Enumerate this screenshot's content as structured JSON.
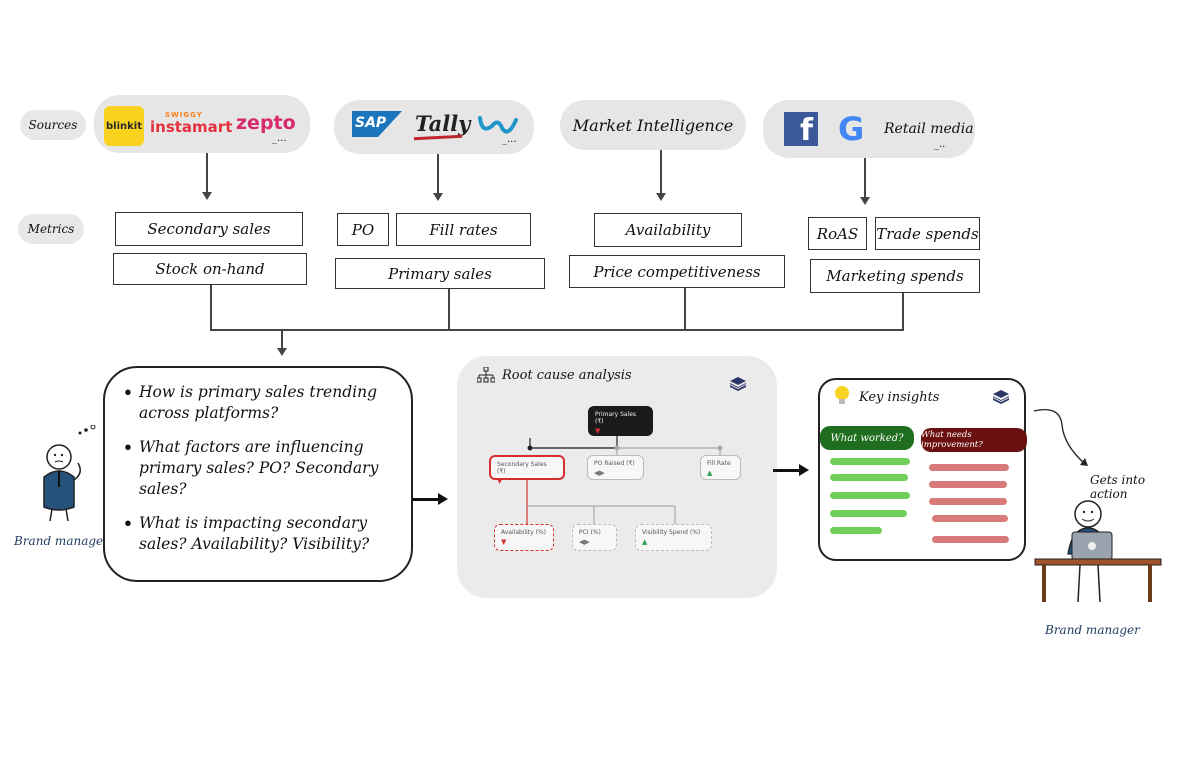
{
  "row_labels": {
    "sources": "Sources",
    "metrics": "Metrics"
  },
  "sources": {
    "group1": {
      "blinkit": "blinkit",
      "swiggy_top": "SWIGGY",
      "swiggy": "instamart",
      "zepto": "zepto",
      "more": "_..."
    },
    "group2": {
      "sap": "SAP",
      "tally": "Tally",
      "unicommerce": "u",
      "more": "_..."
    },
    "group3": {
      "market": "Market Intelligence"
    },
    "group4": {
      "retail": "Retail media",
      "facebook": "f",
      "google": "G",
      "more": "_.."
    }
  },
  "metrics": {
    "secondary_sales": "Secondary sales",
    "stock_on_hand": "Stock on-hand",
    "po": "PO",
    "fill_rates": "Fill rates",
    "primary_sales": "Primary sales",
    "availability": "Availability",
    "price_competitiveness": "Price competitiveness",
    "roas": "RoAS",
    "trade_spends": "Trade spends",
    "marketing_spends": "Marketing spends"
  },
  "questions": [
    "How is primary sales trending across platforms?",
    "What factors are influencing primary sales? PO? Secondary sales?",
    "What is impacting secondary sales? Availability? Visibility?"
  ],
  "brand_manager_left": "Brand manager",
  "rca": {
    "title": "Root cause analysis",
    "nodes": {
      "primary": "Primary Sales (₹)",
      "secondary": "Secondary Sales (₹)",
      "po_raised": "PO Raised (₹)",
      "fill_rate": "Fill Rate",
      "availability": "Availability (%)",
      "pci": "PCI (%)",
      "visibility": "Visibility Spend (%)"
    },
    "indicators": {
      "down": "▼",
      "flat": "◀▶",
      "up": "▲"
    }
  },
  "insights": {
    "title": "Key insights",
    "worked": "What worked?",
    "improve": "What needs improvement?"
  },
  "gets_into_action": "Gets into action",
  "brand_manager_right": "Brand manager",
  "colors": {
    "accent_red": "#d32f2f",
    "dark_green": "#1f6e1f",
    "dark_red": "#6b1010",
    "brand_navy": "#2b3566"
  }
}
